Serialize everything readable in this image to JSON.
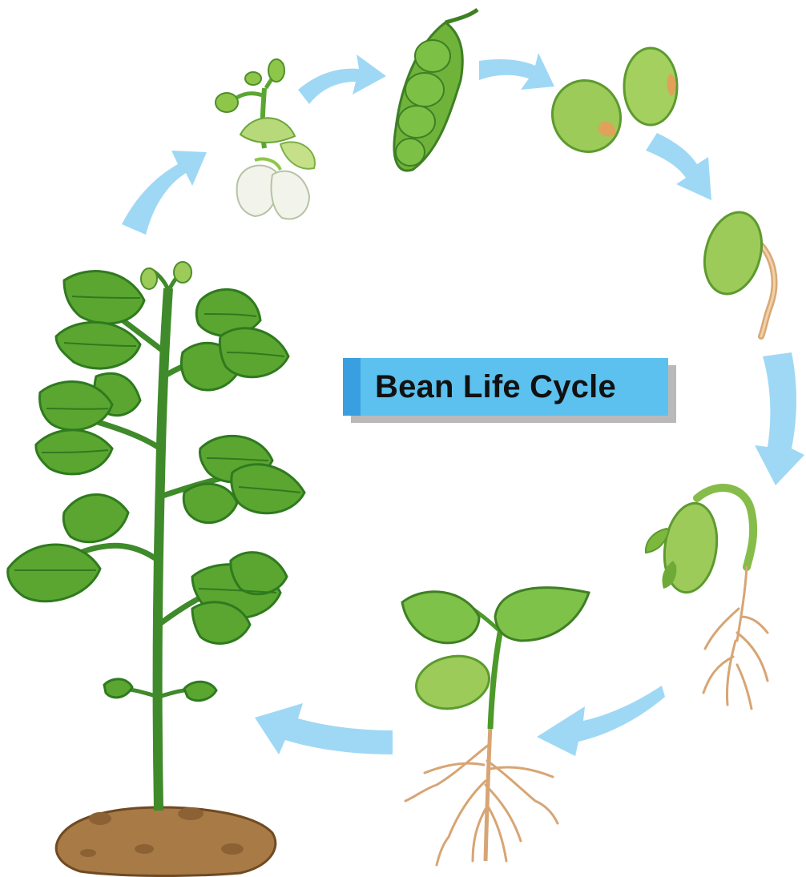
{
  "title": "Bean Life Cycle",
  "stages": [
    {
      "id": "flower",
      "icon": "bean-flower-icon"
    },
    {
      "id": "pod",
      "icon": "bean-pod-icon"
    },
    {
      "id": "seeds",
      "icon": "bean-seeds-icon"
    },
    {
      "id": "germinating-seed",
      "icon": "germinating-seed-icon"
    },
    {
      "id": "sprout",
      "icon": "sprout-icon"
    },
    {
      "id": "seedling",
      "icon": "seedling-icon"
    },
    {
      "id": "mature-plant",
      "icon": "mature-plant-icon"
    }
  ],
  "colors": {
    "arrow": "#9fd8f5",
    "title_box": "#5cc1ee",
    "title_stripe": "#3a9fe0",
    "leaf": "#5aa630",
    "leaf_dark": "#2f7a1f",
    "bean": "#9ccb5a",
    "root": "#d7a574",
    "soil": "#a77a46"
  }
}
